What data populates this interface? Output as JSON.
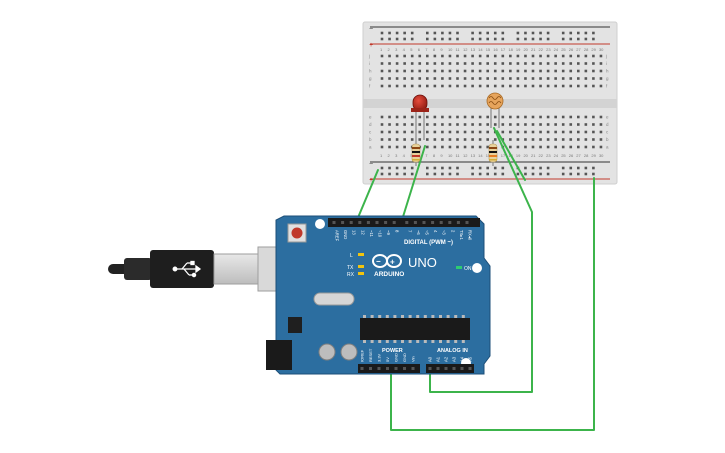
{
  "breadboard": {
    "top_rail_signs": [
      "−",
      "+"
    ],
    "bottom_rail_signs": [
      "−",
      "+"
    ],
    "row_letters_top": [
      "j",
      "i",
      "h",
      "g",
      "f"
    ],
    "row_letters_bottom": [
      "e",
      "d",
      "c",
      "b",
      "a"
    ],
    "column_count": 30,
    "column_numbers": [
      "1",
      "2",
      "3",
      "4",
      "5",
      "6",
      "7",
      "8",
      "9",
      "10",
      "11",
      "12",
      "13",
      "14",
      "15",
      "16",
      "17",
      "18",
      "19",
      "20",
      "21",
      "22",
      "23",
      "24",
      "25",
      "26",
      "27",
      "28",
      "29",
      "30"
    ]
  },
  "components": {
    "led": {
      "color": "#b71c1c"
    },
    "photoresistor": {
      "color": "#e6a45c"
    },
    "resistor_1": {
      "bands": [
        "#8b4513",
        "#111111",
        "#c0392b",
        "#d4af37"
      ]
    },
    "resistor_2": {
      "bands": [
        "#8b4513",
        "#111111",
        "#e67e22",
        "#d4af37"
      ]
    }
  },
  "arduino": {
    "brand": "ARDUINO",
    "model": "UNO",
    "logo_symbol": "∞",
    "digital_label": "DIGITAL (PWM ~)",
    "analog_label": "ANALOG IN",
    "power_label": "POWER",
    "on_label": "ON",
    "tx_label": "TX",
    "rx_label": "RX",
    "l_label": "L",
    "top_pins": [
      "AREF",
      "GND",
      "13",
      "12",
      "~11",
      "~10",
      "~9",
      "8",
      "7",
      "~6",
      "~5",
      "4",
      "~3",
      "2",
      "TX▸1",
      "RX◂0"
    ],
    "power_pins": [
      "IOREF",
      "RESET",
      "3.3V",
      "5V",
      "GND",
      "GND",
      "Vin"
    ],
    "analog_pins": [
      "A0",
      "A1",
      "A2",
      "A3",
      "A4",
      "A5"
    ],
    "board_color": "#2c6ea0"
  },
  "wire_color": "#3cb44b"
}
